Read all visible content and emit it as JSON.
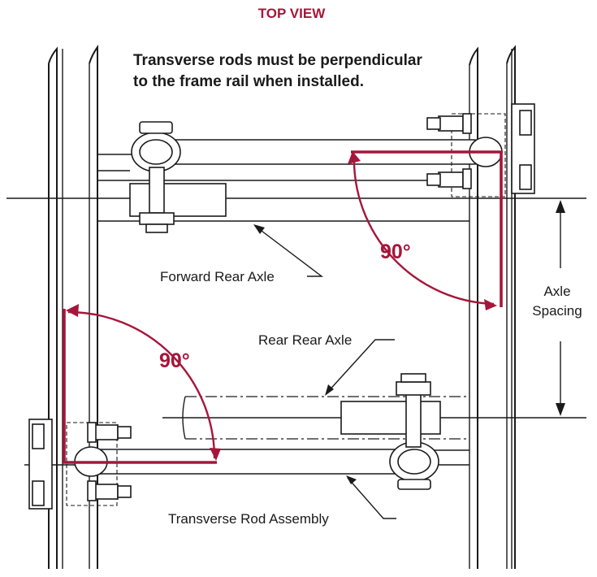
{
  "title": "TOP VIEW",
  "note_line1": "Transverse rods must be perpendicular",
  "note_line2": "to the frame rail when installed.",
  "labels": {
    "forward_rear_axle": "Forward Rear Axle",
    "rear_rear_axle": "Rear Rear Axle",
    "transverse_rod_assembly": "Transverse Rod Assembly",
    "axle_spacing_line1": "Axle",
    "axle_spacing_line2": "Spacing"
  },
  "angles": {
    "upper": "90°",
    "lower": "90°"
  },
  "colors": {
    "accent": "#a6163a",
    "line": "#1a1a1a",
    "background": "#ffffff"
  }
}
